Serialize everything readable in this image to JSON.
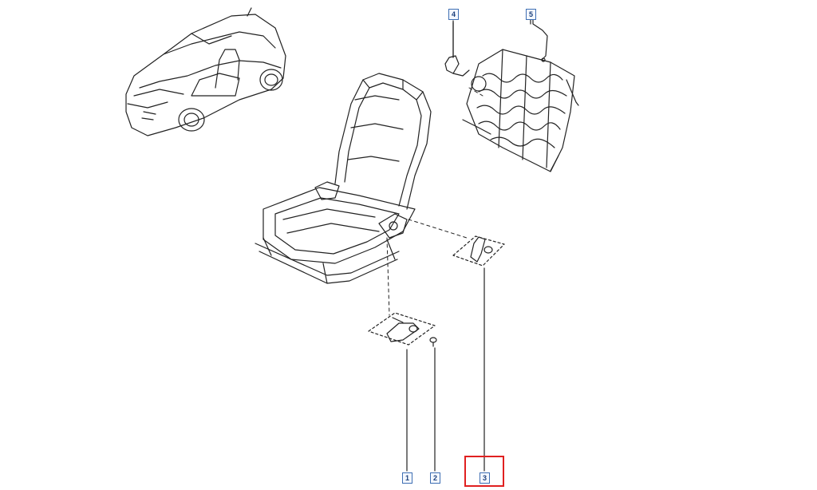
{
  "diagram": {
    "callouts": [
      "1",
      "2",
      "3",
      "4",
      "5"
    ],
    "selected_callout": "3",
    "highlight_color": "#e02020",
    "callout_border_color": "#3f6fb3",
    "line_color": "#222222"
  }
}
